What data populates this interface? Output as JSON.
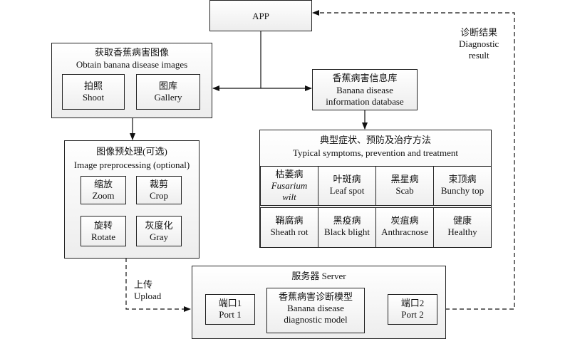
{
  "app": "APP",
  "diag_result": {
    "cn": "诊断结果",
    "en1": "Diagnostic",
    "en2": "result"
  },
  "obtain": {
    "cn": "获取香蕉病害图像",
    "en": "Obtain banana disease images",
    "shoot": {
      "cn": "拍照",
      "en": "Shoot"
    },
    "gallery": {
      "cn": "图库",
      "en": "Gallery"
    }
  },
  "database": {
    "cn": "香蕉病害信息库",
    "en1": "Banana disease",
    "en2": "information database"
  },
  "methods": {
    "cn": "典型症状、预防及治疗方法",
    "en": "Typical symptoms, prevention and treatment",
    "diseases": [
      {
        "cn": "枯萎病",
        "en": "Fusarium",
        "en2": "wilt"
      },
      {
        "cn": "叶斑病",
        "en": "Leaf spot"
      },
      {
        "cn": "黑星病",
        "en": "Scab"
      },
      {
        "cn": "束顶病",
        "en": "Bunchy top"
      },
      {
        "cn": "鞘腐病",
        "en": "Sheath rot"
      },
      {
        "cn": "黑疫病",
        "en": "Black blight"
      },
      {
        "cn": "炭疽病",
        "en": "Anthracnose"
      },
      {
        "cn": "健康",
        "en": "Healthy"
      }
    ]
  },
  "preprocess": {
    "cn": "图像预处理(可选)",
    "en": "Image preprocessing (optional)",
    "ops": [
      {
        "cn": "缩放",
        "en": "Zoom"
      },
      {
        "cn": "裁剪",
        "en": "Crop"
      },
      {
        "cn": "旋转",
        "en": "Rotate"
      },
      {
        "cn": "灰度化",
        "en": "Gray"
      }
    ]
  },
  "upload": {
    "cn": "上传",
    "en": "Upload"
  },
  "server": {
    "title": "服务器 Server",
    "port1": {
      "cn": "端口1",
      "en": "Port 1"
    },
    "model": {
      "cn": "香蕉病害诊断模型",
      "en1": "Banana disease",
      "en2": "diagnostic model"
    },
    "port2": {
      "cn": "端口2",
      "en": "Port 2"
    }
  }
}
